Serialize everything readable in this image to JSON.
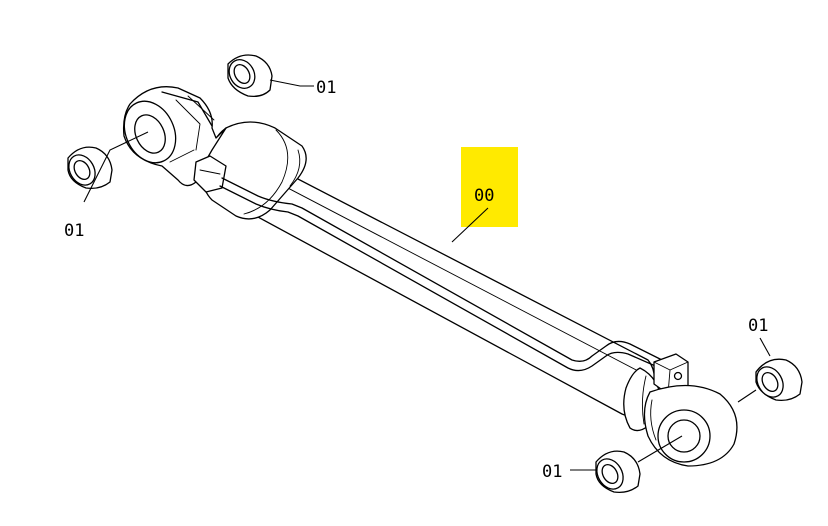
{
  "diagram": {
    "highlight_color": "#ffea00",
    "callouts": {
      "main_cylinder": "00",
      "bushing_top_left": "01",
      "bushing_left": "01",
      "bushing_right_top": "01",
      "bushing_right_bottom": "01"
    }
  }
}
